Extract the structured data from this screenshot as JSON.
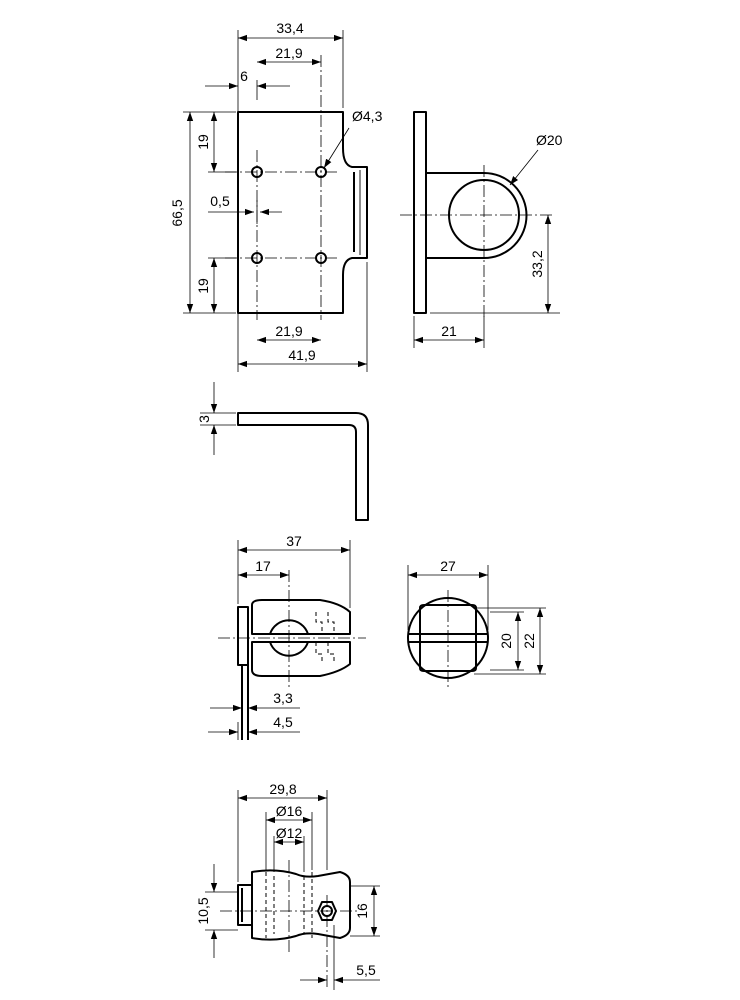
{
  "drawing": {
    "front_view": {
      "overall_width": "33,4",
      "hole_spacing": "21,9",
      "edge_offset": "6",
      "hole_diameter": "Ø4,3",
      "top_offset": "19",
      "overall_height": "66,5",
      "offset_small": "0,5",
      "bottom_offset": "19",
      "hole_spacing_bottom": "21,9",
      "width_bottom": "41,9"
    },
    "side_view": {
      "bore_diameter": "Ø20",
      "center_height": "33,2",
      "depth": "21"
    },
    "bend_view": {
      "thickness": "3"
    },
    "clamp_front_view": {
      "overall_width": "37",
      "center_offset": "17",
      "slot_width": "3,3",
      "flange_width": "4,5"
    },
    "clamp_end_view": {
      "width": "27",
      "inner_height": "20",
      "outer_height": "22"
    },
    "clamp_top_view": {
      "overall_width": "29,8",
      "diameter_outer": "Ø16",
      "diameter_inner": "Ø12",
      "height_left": "10,5",
      "height_right": "16",
      "nut_width": "5,5"
    }
  }
}
